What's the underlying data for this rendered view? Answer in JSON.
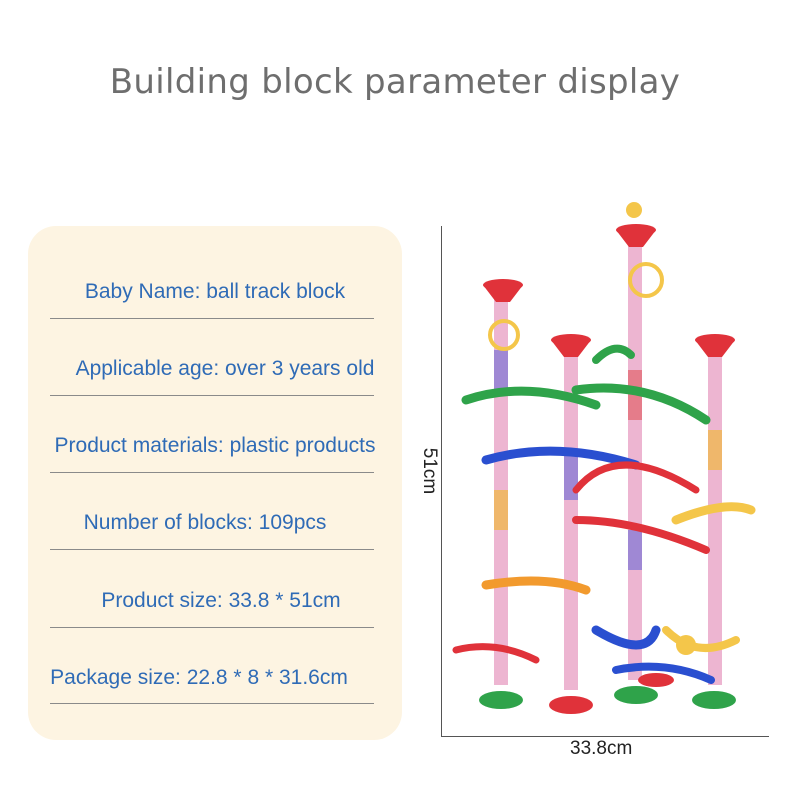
{
  "title": "Building block parameter display",
  "specs": [
    "Baby Name: ball track block",
    "Applicable age: over 3 years old",
    "Product materials: plastic products",
    "Number of blocks: 109pcs",
    "Product size: 33.8 * 51cm",
    "Package size: 22.8 * 8 * 31.6cm"
  ],
  "dimensions": {
    "height": "51cm",
    "width": "33.8cm"
  },
  "colors": {
    "panel": "#fdf4e2",
    "text": "#2f6bb6",
    "title": "#6e6e6e"
  }
}
